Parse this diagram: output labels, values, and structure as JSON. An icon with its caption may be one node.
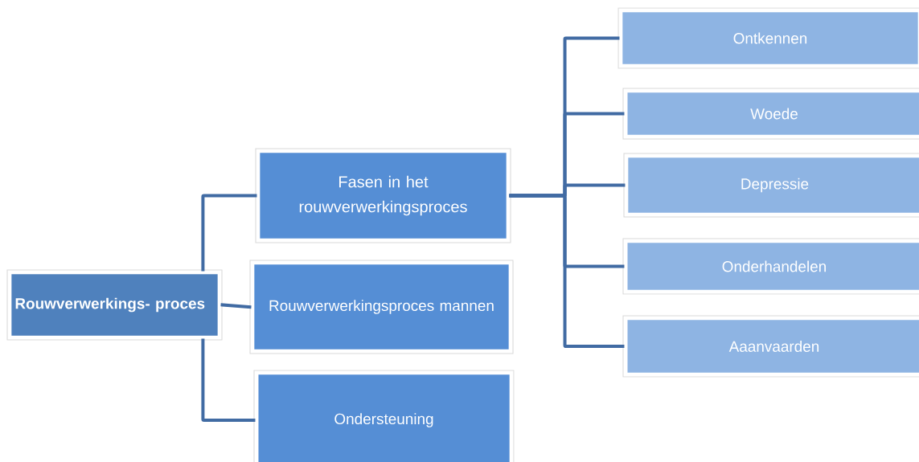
{
  "diagram": {
    "nodes": [
      {
        "text": [
          "Rouwverwerkings- proces"
        ]
      },
      {
        "text": [
          "Fasen in het rouwverwerkingsproces"
        ]
      },
      {
        "text": [
          "Rouwverwerkingsproces mannen"
        ]
      },
      {
        "text": [
          "Ondersteuning"
        ]
      },
      {
        "text": [
          "Ontkennen"
        ]
      },
      {
        "text": [
          "Woede"
        ]
      },
      {
        "text": [
          "Depressie"
        ]
      },
      {
        "text": [
          "Onderhandelen"
        ]
      },
      {
        "text": [
          "Aaanvaarden"
        ]
      }
    ],
    "edges": [
      {
        "from": 0,
        "to": 1,
        "arrow": "none"
      },
      {
        "from": 0,
        "to": 2,
        "arrow": "none"
      },
      {
        "from": 0,
        "to": 3,
        "arrow": "none"
      },
      {
        "from": 1,
        "to": 4,
        "arrow": "none"
      },
      {
        "from": 1,
        "to": 5,
        "arrow": "none"
      },
      {
        "from": 1,
        "to": 6,
        "arrow": "none"
      },
      {
        "from": 1,
        "to": 7,
        "arrow": "none"
      },
      {
        "from": 1,
        "to": 8,
        "arrow": "none"
      }
    ]
  }
}
